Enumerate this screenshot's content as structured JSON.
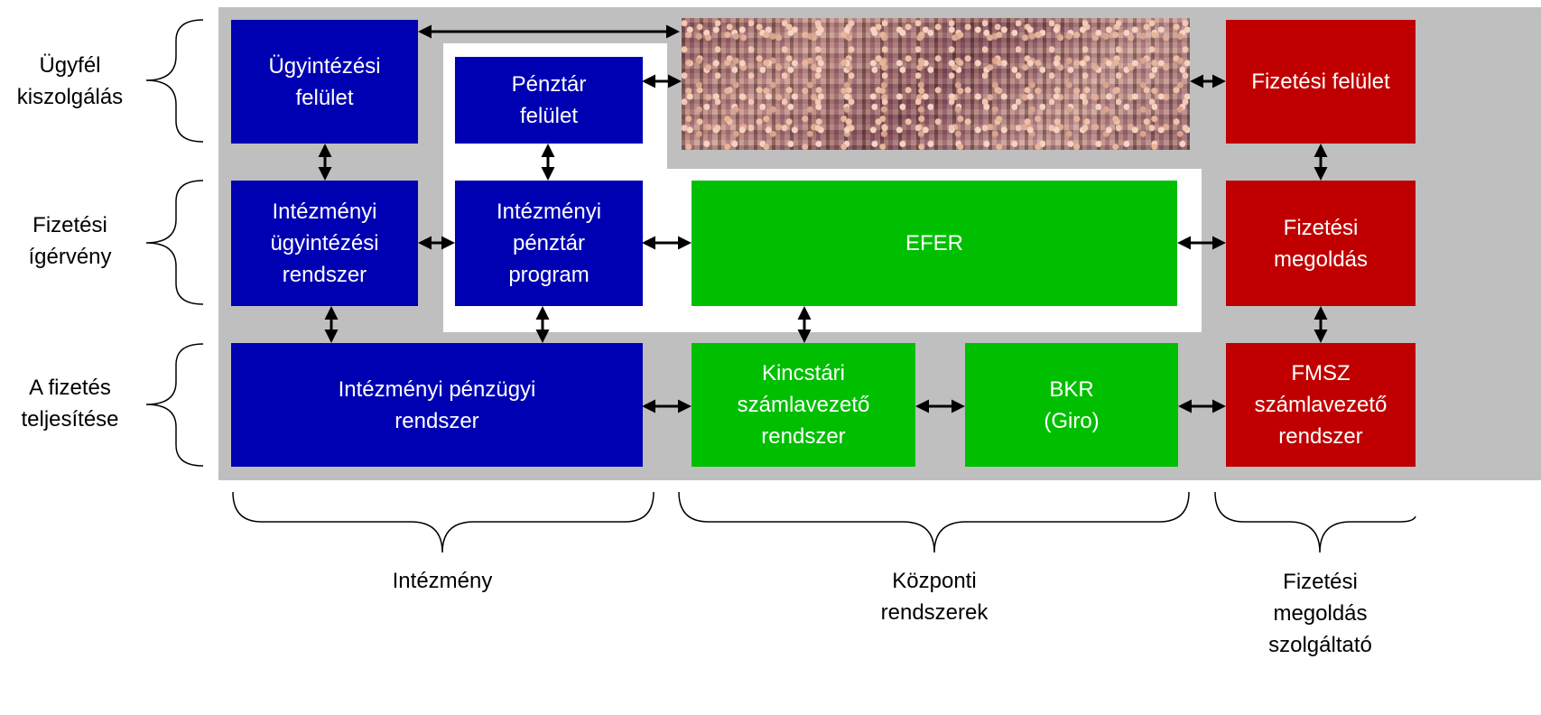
{
  "rows": {
    "customer_service": "Ügyfél\nkiszolgálás",
    "payment_promise": "Fizetési\nígérvény",
    "payment_fulfillment": "A fizetés\nteljesítése"
  },
  "boxes": {
    "ugyintezesi_felulet": "Ügyintézési\nfelület",
    "penztar_felulet": "Pénztár\nfelület",
    "fizetesi_felulet": "Fizetési felület",
    "intezmenyi_ugyintezesi_rendszer": "Intézményi\nügyintézési\nrendszer",
    "intezmenyi_penztar_program": "Intézményi\npénztár\nprogram",
    "efer": "EFER",
    "fizetesi_megoldas": "Fizetési\nmegoldás",
    "intezmenyi_penzugyi_rendszer": "Intézményi pénzügyi\nrendszer",
    "kincstari_szamlavezeto_rendszer": "Kincstári\nszámlavezető\nrendszer",
    "bkr": "BKR\n(Giro)",
    "fmsz_szamlavezeto_rendszer": "FMSZ\nszámlavezető\nrendszer"
  },
  "groups": {
    "intezmeny": "Intézmény",
    "kozponti_rendszerek": "Központi\nrendszerek",
    "fizetesi_megoldas_szolgaltato": "Fizetési\nmegoldás\nszolgáltató"
  },
  "colors": {
    "institution": "#0000b3",
    "central": "#00bf00",
    "provider": "#c00000",
    "background_panel": "#bfbfbf"
  },
  "image": "crowd-photo"
}
